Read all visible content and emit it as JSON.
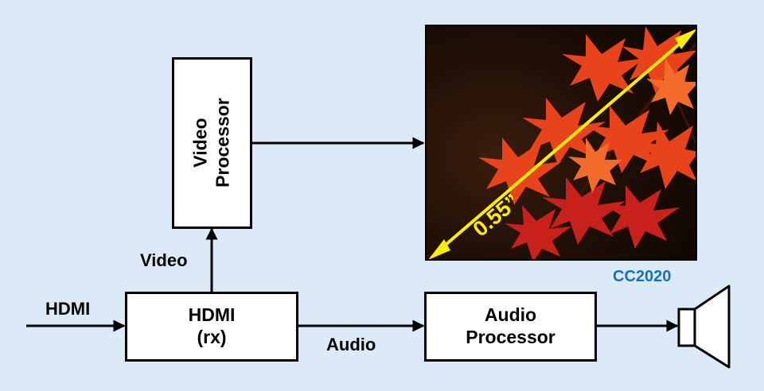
{
  "diagram": {
    "video_processor_line1": "Video",
    "video_processor_line2": "Processor",
    "hdmi_rx_line1": "HDMI",
    "hdmi_rx_line2": "(rx)",
    "audio_processor_line1": "Audio",
    "audio_processor_line2": "Processor",
    "input_label": "HDMI",
    "video_label": "Video",
    "audio_label": "Audio"
  },
  "display": {
    "diagonal_label": "0.55”",
    "credit": "CC2020"
  },
  "colors": {
    "background": "#dce9f7",
    "diagonal": "#ffee00",
    "credit": "#1570c0"
  }
}
